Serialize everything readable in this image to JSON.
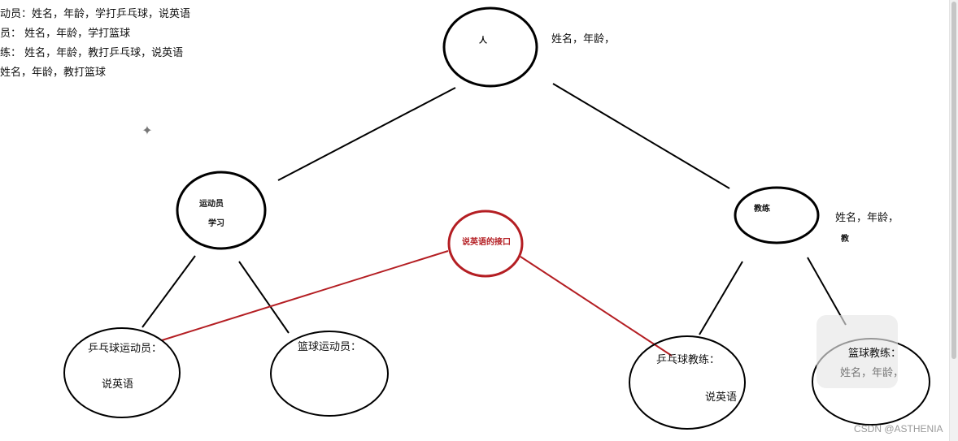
{
  "notes": [
    "动员：姓名，年龄，学打乒乓球，说英语",
    "员：    姓名，年龄，学打篮球",
    "练：    姓名，年龄，教打乒乓球，说英语",
    "        姓名，年龄，教打篮球"
  ],
  "nodes": {
    "person": {
      "label": "人",
      "attr": "姓名，年龄，"
    },
    "athlete": {
      "label": "运动员",
      "sub": "学习"
    },
    "coach": {
      "label": "教练",
      "attr": "姓名，年龄，",
      "sub": "教"
    },
    "interface": {
      "label": "说英语的接口"
    },
    "pingpong_athlete": {
      "label": "乒乓球运动员：",
      "sub": "说英语"
    },
    "basketball_athlete": {
      "label": "篮球运动员："
    },
    "pingpong_coach": {
      "label": "乒乓球教练：",
      "sub": "说英语"
    },
    "basketball_coach": {
      "label": "篮球教练：",
      "sub": "姓名，年龄，"
    }
  },
  "colors": {
    "stroke": "#000000",
    "accent": "#b41e23"
  },
  "watermark": "CSDN @ASTHENIA"
}
